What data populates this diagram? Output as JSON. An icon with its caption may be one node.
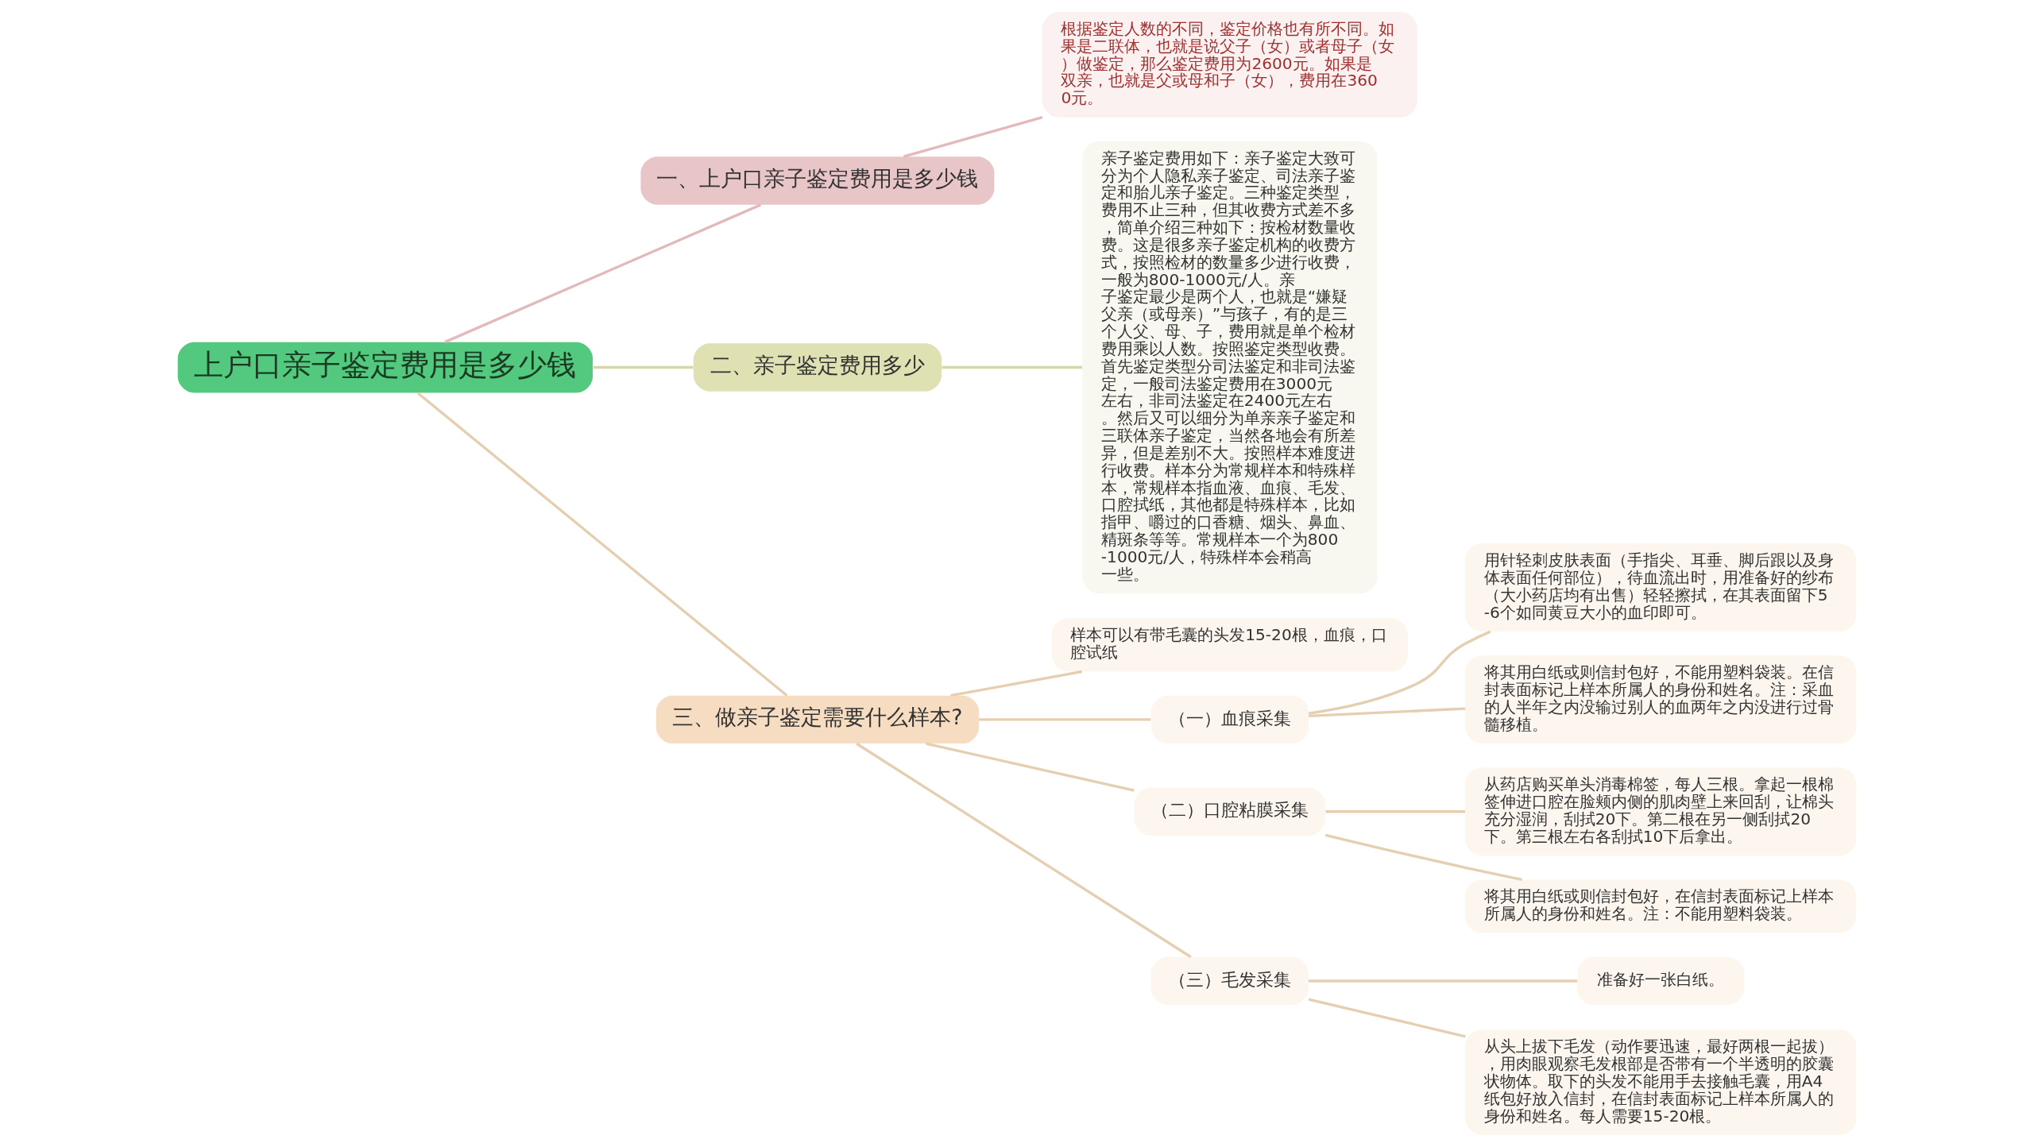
{
  "diagram": {
    "nodes": [
      {
        "text": [
          "上户口亲子鉴定费用是多少钱"
        ]
      },
      {
        "text": [
          "一、上户口亲子鉴定费用是多少钱"
        ]
      },
      {
        "text": [
          "根据鉴定人数的不同，鉴定价格也有所不同。如果是二联体，也就是说父子（女）或者母子（女）做鉴定，那么鉴定费用为2600元。如果是双亲，也就是父或母和子（女），费用在3600元。"
        ]
      },
      {
        "text": [
          "二、亲子鉴定费用多少"
        ]
      },
      {
        "text": [
          "亲子鉴定费用如下：亲子鉴定大致可分为个人隐私亲子鉴定、司法亲子鉴定和胎儿亲子鉴定。三种鉴定类型，费用不止三种，但其收费方式差不多，简单介绍三种如下：按检材数量收费。这是很多亲子鉴定机构的收费方式，按照检材的数量多少进行收费，一般为800-1000元/人。亲子鉴定最少是两个人，也就是“嫌疑父亲（或母亲）”与孩子，有的是三个人父、母、子，费用就是单个检材费用乘以人数。按照鉴定类型收费。首先鉴定类型分司法鉴定和非司法鉴定，一般司法鉴定费用在3000元左右，非司法鉴定在2400元左右。然后又可以细分为单亲亲子鉴定和三联体亲子鉴定，当然各地会有所差异，但是差别不大。按照样本难度进行收费。样本分为常规样本和特殊样本，常规样本指血液、血痕、毛发、口腔拭纸，其他都是特殊样本，比如指甲、嚼过的口香糖、烟头、鼻血、精斑条等等。常规样本一个为800-1000元/人，特殊样本会稍高一些。"
        ]
      },
      {
        "text": [
          "三、做亲子鉴定需要什么样本?"
        ]
      },
      {
        "text": [
          "样本可以有带毛囊的头发15-20根，血痕，口腔试纸"
        ]
      },
      {
        "text": [
          "（一）血痕采集"
        ]
      },
      {
        "text": [
          "用针轻刺皮肤表面（手指尖、耳垂、脚后跟以及身体表面任何部位），待血流出时，用准备好的纱布（大小药店均有出售）轻轻擦拭，在其表面留下5-6个如同黄豆大小的血印即可。"
        ]
      },
      {
        "text": [
          "将其用白纸或则信封包好，不能用塑料袋装。在信封表面标记上样本所属人的身份和姓名。注：采血的人半年之内没输过别人的血两年之内没进行过骨髓移植。"
        ]
      },
      {
        "text": [
          "（二）口腔粘膜采集"
        ]
      },
      {
        "text": [
          "从药店购买单头消毒棉签，每人三根。拿起一根棉签伸进口腔在脸颊内侧的肌肉壁上来回刮，让棉头充分湿润，刮拭20下。第二根在另一侧刮拭20下。第三根左右各刮拭10下后拿出。"
        ]
      },
      {
        "text": [
          "将其用白纸或则信封包好，在信封表面标记上样本所属人的身份和姓名。注：不能用塑料袋装。"
        ]
      },
      {
        "text": [
          "（三）毛发采集"
        ]
      },
      {
        "text": [
          "准备好一张白纸。"
        ]
      },
      {
        "text": [
          "从头上拔下毛发（动作要迅速，最好两根一起拔），用肉眼观察毛发根部是否带有一个半透明的胶囊状物体。取下的头发不能用手去接触毛囊，用A4纸包好放入信封，在信封表面标记上样本所属人的身份和姓名。每人需要15-20根。"
        ]
      }
    ],
    "edges": [
      {
        "from": 0,
        "to": 1,
        "arrow": "none",
        "color": "#e3b9bb"
      },
      {
        "from": 1,
        "to": 2,
        "arrow": "none",
        "color": "#e3b9bb"
      },
      {
        "from": 0,
        "to": 3,
        "arrow": "none",
        "color": "#d6d9a6"
      },
      {
        "from": 3,
        "to": 4,
        "arrow": "none",
        "color": "#d6d9a6"
      },
      {
        "from": 0,
        "to": 5,
        "arrow": "none"
      },
      {
        "from": 5,
        "to": 6,
        "arrow": "none"
      },
      {
        "from": 5,
        "to": 7,
        "arrow": "none"
      },
      {
        "from": 7,
        "to": 8,
        "arrow": "none"
      },
      {
        "from": 7,
        "to": 9,
        "arrow": "none"
      },
      {
        "from": 5,
        "to": 10,
        "arrow": "none"
      },
      {
        "from": 10,
        "to": 11,
        "arrow": "none"
      },
      {
        "from": 10,
        "to": 12,
        "arrow": "none"
      },
      {
        "from": 5,
        "to": 13,
        "arrow": "none"
      },
      {
        "from": 13,
        "to": 14,
        "arrow": "none"
      },
      {
        "from": 13,
        "to": 15,
        "arrow": "none"
      }
    ]
  }
}
